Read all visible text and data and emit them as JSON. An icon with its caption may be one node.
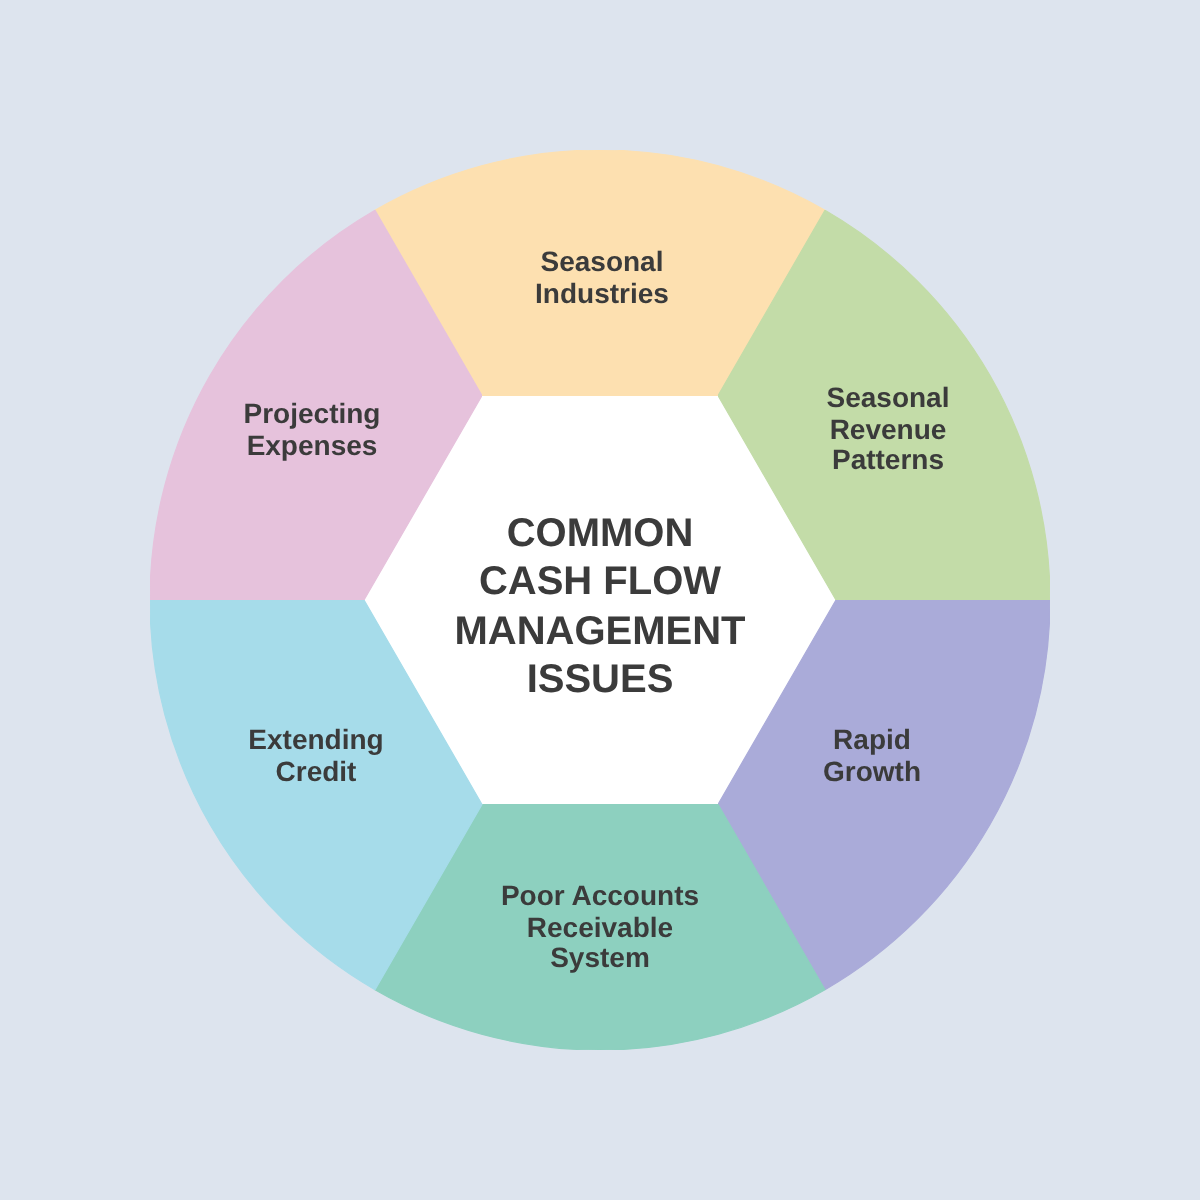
{
  "diagram": {
    "nodes": [
      {
        "text": [
          "COMMON CASH FLOW MANAGEMENT ISSUES"
        ]
      },
      {
        "text": [
          "Seasonal Industries"
        ]
      },
      {
        "text": [
          "Seasonal Revenue Patterns"
        ]
      },
      {
        "text": [
          "Rapid Growth"
        ]
      },
      {
        "text": [
          "Poor Accounts Receivable System"
        ]
      },
      {
        "text": [
          "Extending Credit"
        ]
      },
      {
        "text": [
          "Projecting Expenses"
        ]
      }
    ]
  }
}
